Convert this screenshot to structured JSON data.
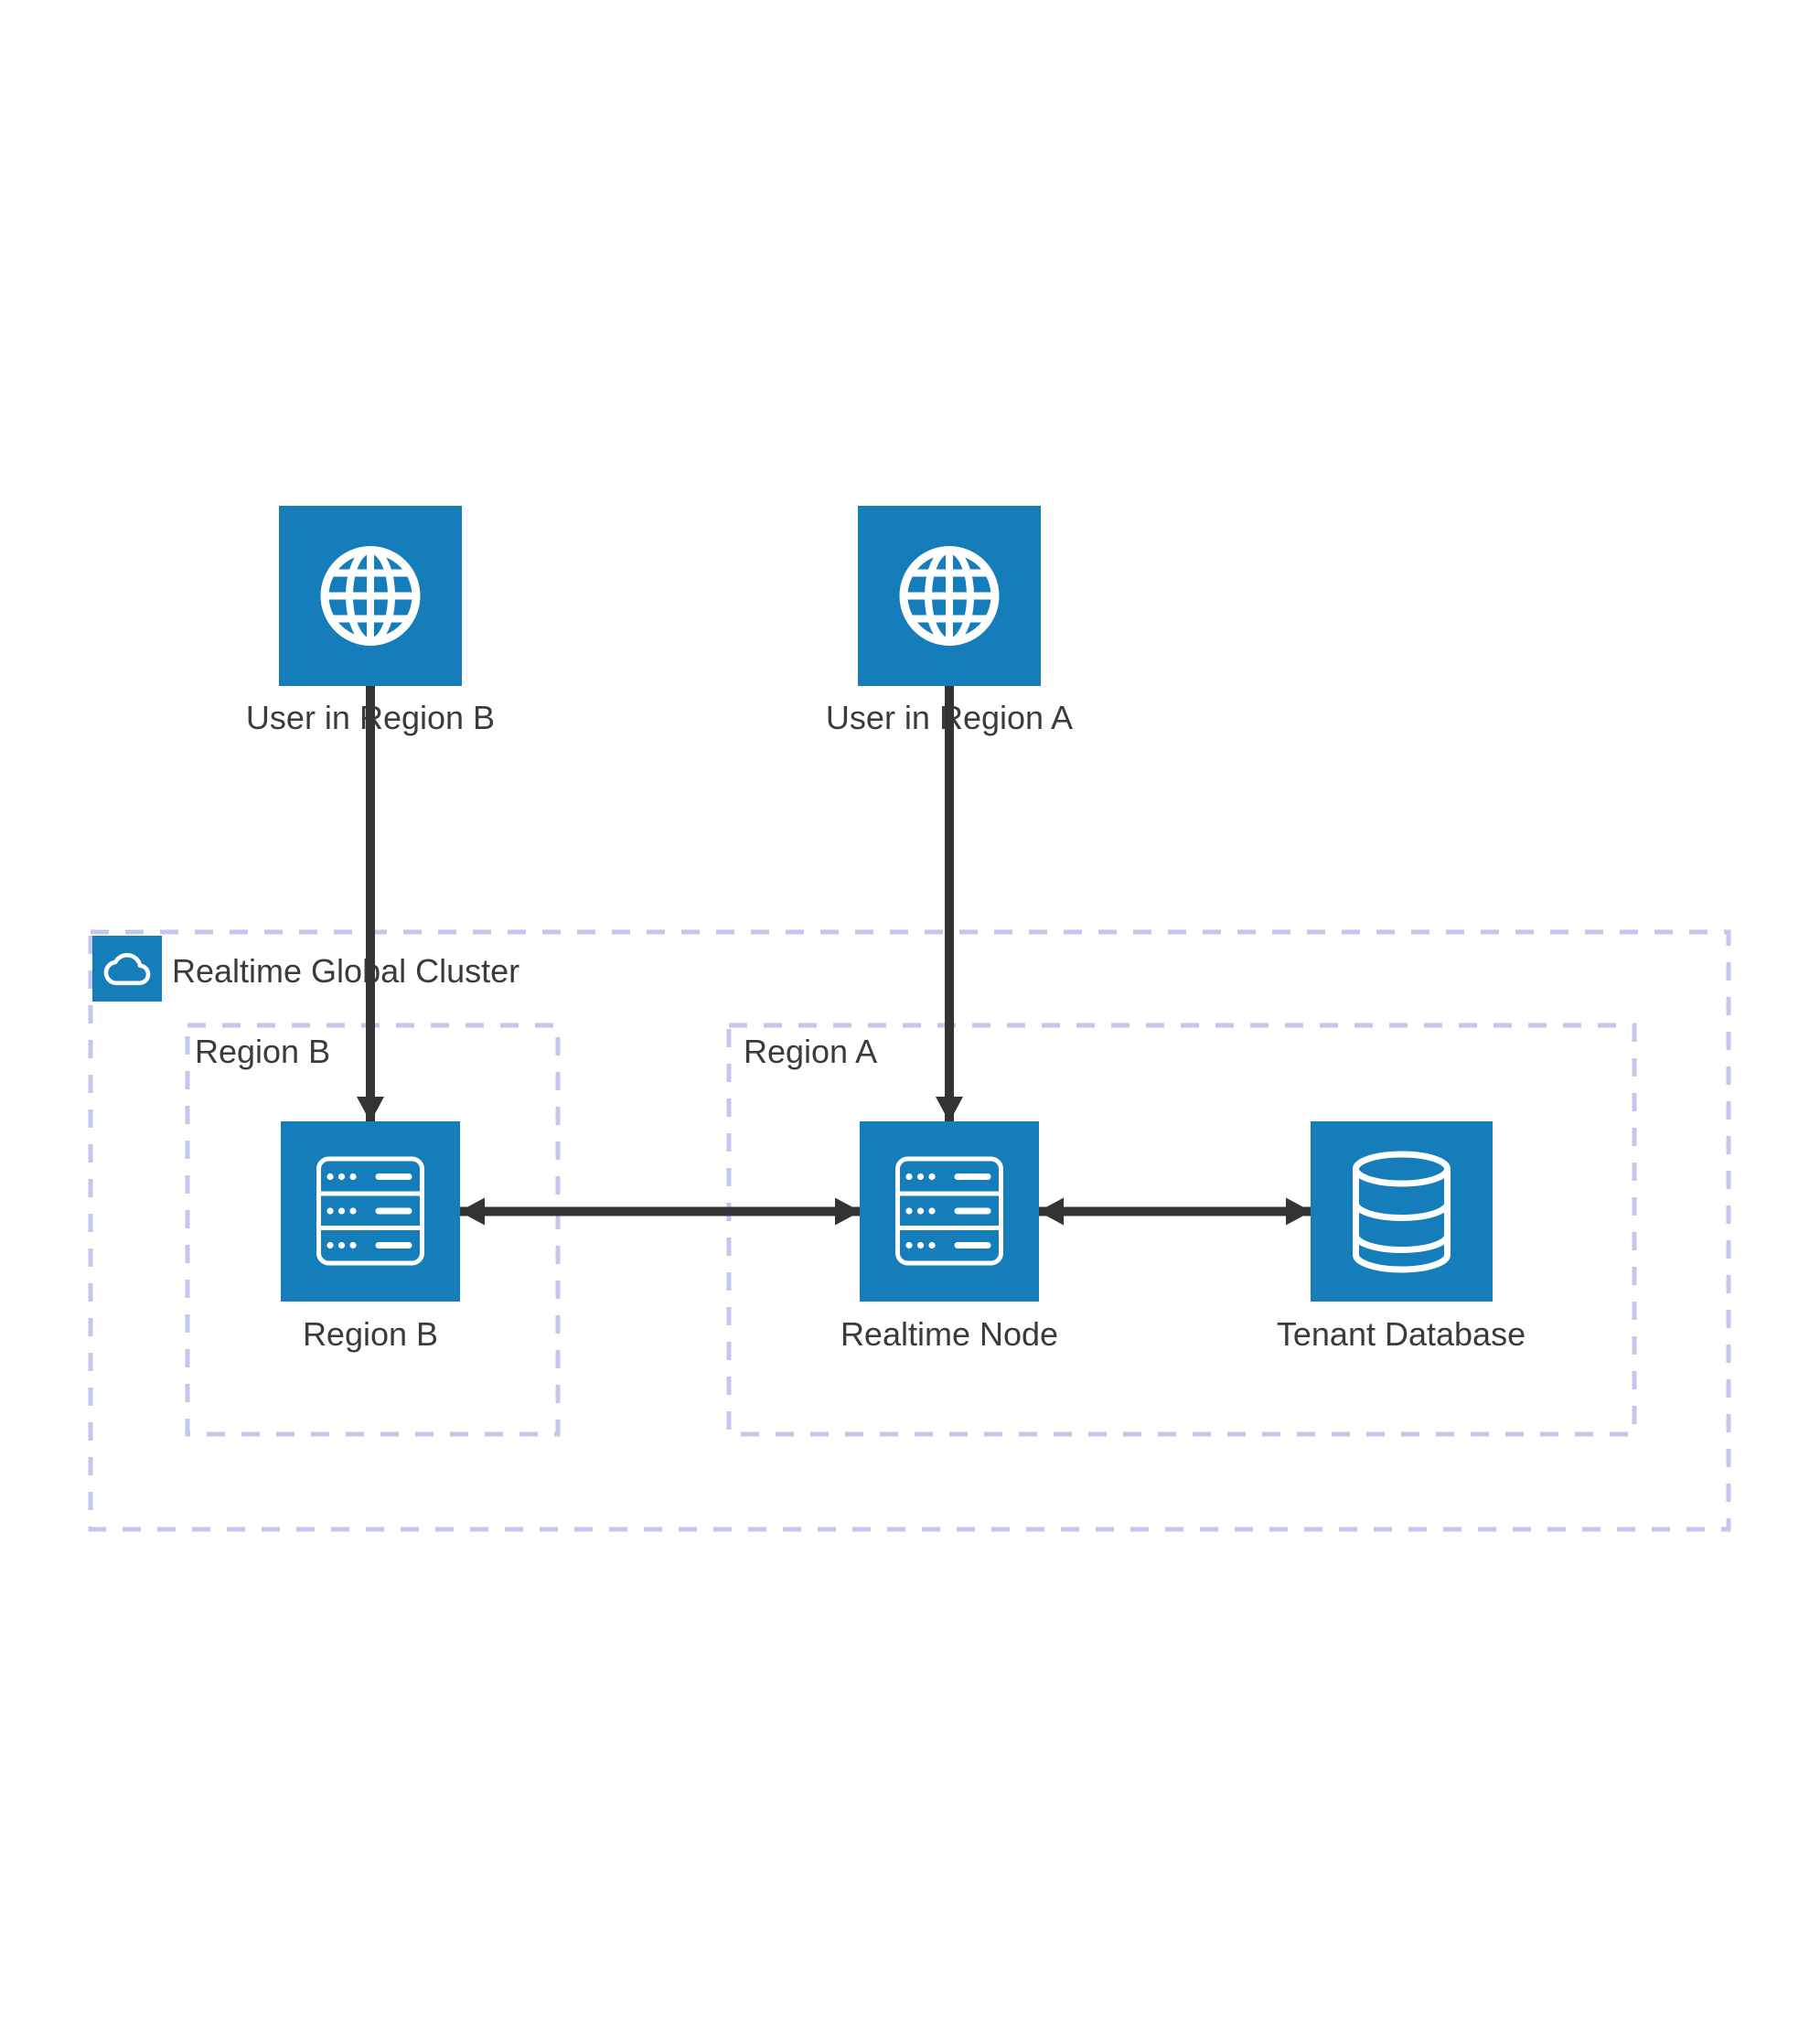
{
  "diagram": {
    "cluster": {
      "label": "Realtime Global Cluster",
      "icon": "cloud-icon"
    },
    "regions": {
      "b": {
        "label": "Region B"
      },
      "a": {
        "label": "Region A"
      }
    },
    "nodes": {
      "user_b": {
        "label": "User in Region B",
        "icon": "globe-icon"
      },
      "user_a": {
        "label": "User in Region A",
        "icon": "globe-icon"
      },
      "region_b": {
        "label": "Region B",
        "icon": "server-icon"
      },
      "realtime": {
        "label": "Realtime Node",
        "icon": "server-icon"
      },
      "tenant_db": {
        "label": "Tenant Database",
        "icon": "database-icon"
      }
    },
    "edges": [
      {
        "from": "User in Region B",
        "to": "Region B",
        "arrowheads": "single"
      },
      {
        "from": "User in Region A",
        "to": "Realtime Node",
        "arrowheads": "single"
      },
      {
        "from": "Region B",
        "to": "Realtime Node",
        "arrowheads": "double"
      },
      {
        "from": "Realtime Node",
        "to": "Tenant Database",
        "arrowheads": "double"
      }
    ],
    "colors": {
      "node_fill": "#157DB9",
      "boundary_dash": "#C5C6EE",
      "arrow": "#333333",
      "text": "#3B3B3B",
      "icon_stroke": "#FFFFFF",
      "background": "#FFFFFF"
    }
  }
}
